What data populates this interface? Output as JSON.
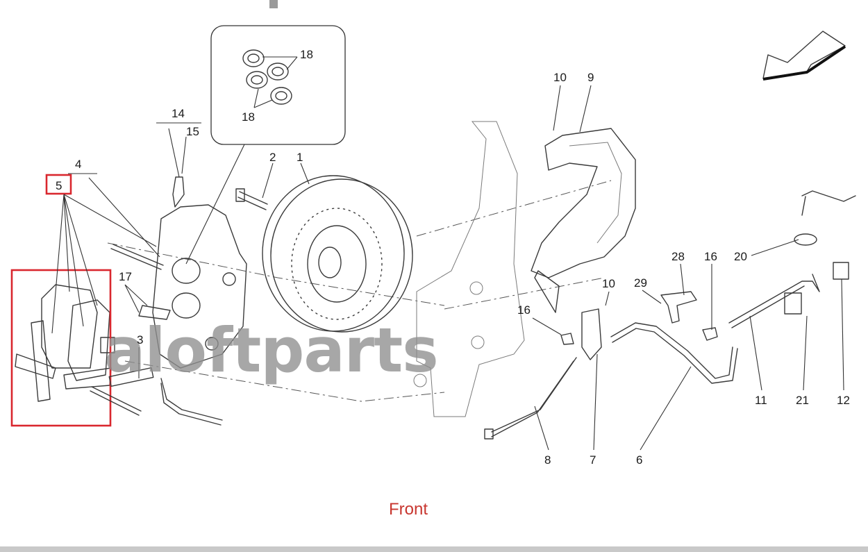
{
  "watermark": "aloftparts",
  "caption": "Front",
  "labels": {
    "l1": "1",
    "l2": "2",
    "l3": "3",
    "l4": "4",
    "l5": "5",
    "l6": "6",
    "l7": "7",
    "l8": "8",
    "l9": "9",
    "l10a": "10",
    "l10b": "10",
    "l11": "11",
    "l12": "12",
    "l14": "14",
    "l15": "15",
    "l16a": "16",
    "l16b": "16",
    "l17": "17",
    "l18a": "18",
    "l18b": "18",
    "l20": "20",
    "l21": "21",
    "l28": "28",
    "l29": "29"
  },
  "colors": {
    "highlight": "#d9272e",
    "caption": "#c8362f",
    "watermark": "#8f8f8f"
  }
}
